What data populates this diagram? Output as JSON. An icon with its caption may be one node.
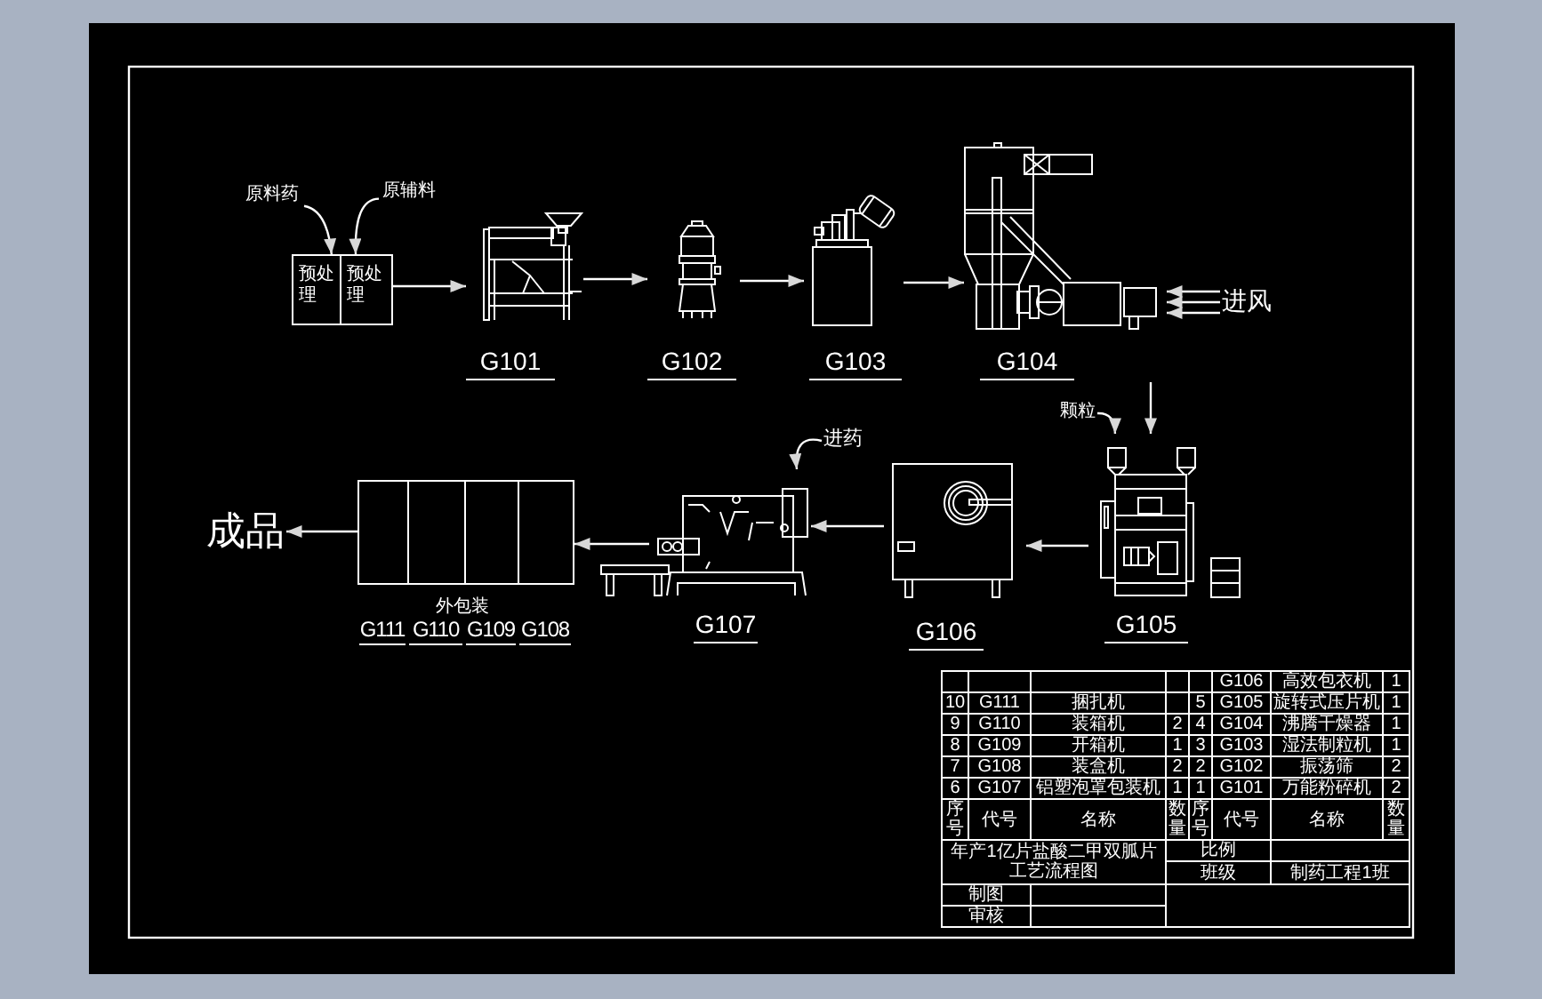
{
  "diagram": {
    "nodes": [
      {
        "text": [
          "原料药"
        ]
      },
      {
        "text": [
          "原辅料"
        ]
      },
      {
        "text": [
          "预处理"
        ]
      },
      {
        "text": [
          "预处理"
        ]
      },
      {
        "text": [
          "G101"
        ]
      },
      {
        "text": [
          "G102"
        ]
      },
      {
        "text": [
          "G103"
        ]
      },
      {
        "text": [
          "G104"
        ]
      },
      {
        "text": [
          "进风"
        ]
      },
      {
        "text": [
          "颗粒"
        ]
      },
      {
        "text": [
          "G105"
        ]
      },
      {
        "text": [
          "G106"
        ]
      },
      {
        "text": [
          "进药"
        ]
      },
      {
        "text": [
          "G107"
        ]
      },
      {
        "text": [
          "G108"
        ]
      },
      {
        "text": [
          "G109"
        ]
      },
      {
        "text": [
          "G110"
        ]
      },
      {
        "text": [
          "G111"
        ]
      },
      {
        "text": [
          "成品"
        ]
      }
    ],
    "edges": [
      {
        "from": 0,
        "to": 2,
        "arrow": "to"
      },
      {
        "from": 1,
        "to": 3,
        "arrow": "to"
      },
      {
        "from": 3,
        "to": 4,
        "arrow": "to"
      },
      {
        "from": 4,
        "to": 5,
        "arrow": "to"
      },
      {
        "from": 5,
        "to": 6,
        "arrow": "to"
      },
      {
        "from": 6,
        "to": 7,
        "arrow": "to"
      },
      {
        "from": 8,
        "to": 7,
        "arrow": "to"
      },
      {
        "from": 8,
        "to": 7,
        "arrow": "to"
      },
      {
        "from": 8,
        "to": 7,
        "arrow": "to"
      },
      {
        "from": 7,
        "to": 10,
        "arrow": "to"
      },
      {
        "from": 9,
        "to": 10,
        "arrow": "to"
      },
      {
        "from": 10,
        "to": 11,
        "arrow": "to"
      },
      {
        "from": 11,
        "to": 13,
        "arrow": "to"
      },
      {
        "from": 12,
        "to": 13,
        "arrow": "to"
      },
      {
        "from": 13,
        "to": 14,
        "arrow": "to"
      },
      {
        "from": 17,
        "to": 18,
        "arrow": "to"
      }
    ],
    "labels": [
      "外包装",
      "G106",
      "高效包衣机",
      "1",
      "10",
      "G111",
      "捆扎机",
      "5",
      "G105",
      "旋转式压片机",
      "1",
      "9",
      "G110",
      "装箱机",
      "2",
      "4",
      "G104",
      "沸腾干燥器",
      "1",
      "8",
      "G109",
      "开箱机",
      "1",
      "3",
      "G103",
      "湿法制粒机",
      "1",
      "7",
      "G108",
      "装盒机",
      "2",
      "2",
      "G102",
      "振荡筛",
      "2",
      "6",
      "G107",
      "铝塑泡罩包装机",
      "1",
      "1",
      "G101",
      "万能粉碎机",
      "2",
      "序号",
      "代号",
      "名称",
      "数量",
      "序号",
      "代号",
      "名称",
      "数量",
      "年产1亿片盐酸二甲双胍片工艺流程图",
      "比例",
      "班级",
      "制药工程1班",
      "制图",
      "审核"
    ]
  }
}
